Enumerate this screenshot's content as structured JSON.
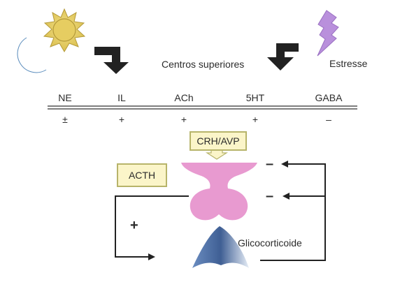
{
  "diagram": {
    "center_label": "Centros superiores",
    "stress_label": "Estresse",
    "neurotransmitters": [
      {
        "label": "NE",
        "effect": "±"
      },
      {
        "label": "IL",
        "effect": "+"
      },
      {
        "label": "ACh",
        "effect": "+"
      },
      {
        "label": "5HT",
        "effect": "+"
      },
      {
        "label": "GABA",
        "effect": "–"
      }
    ],
    "crh_box": "CRH/AVP",
    "acth_box": "ACTH",
    "plus_sign": "+",
    "glucocorticoid_label": "Glicocorticoide",
    "feedback_signs": [
      "–",
      "–"
    ],
    "icons": [
      "sun-icon",
      "moon-icon",
      "lightning-icon",
      "arrow-down-right-icon",
      "arrow-down-left-icon"
    ],
    "colors": {
      "sun": "#e2c95a",
      "moon": "#7eb3e0",
      "lightning": "#b990dc",
      "pituitary": "#e89ad0",
      "adrenal": "#5a7fb5",
      "box_fill": "#fbf5c9"
    }
  }
}
